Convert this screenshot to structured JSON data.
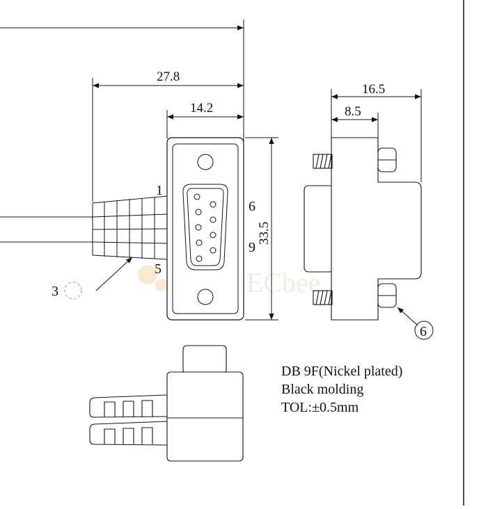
{
  "dimensions": {
    "overall_length": "",
    "cable_offset": "27.8",
    "shell_half_width": "14.2",
    "depth": "16.5",
    "depth_half": "8.5",
    "height": "33.5"
  },
  "pin_labels": {
    "pin1": "1",
    "pin5": "5",
    "pin6": "6",
    "pin9": "9"
  },
  "callouts": {
    "item3": "3",
    "item6": "6"
  },
  "notes": {
    "line1": "DB 9F(Nickel plated)",
    "line2": "Black molding",
    "line3": "TOL:±0.5mm"
  },
  "watermark": "ELECbee",
  "colors": {
    "line": "#111111",
    "watermark": "#f3dfc6"
  }
}
